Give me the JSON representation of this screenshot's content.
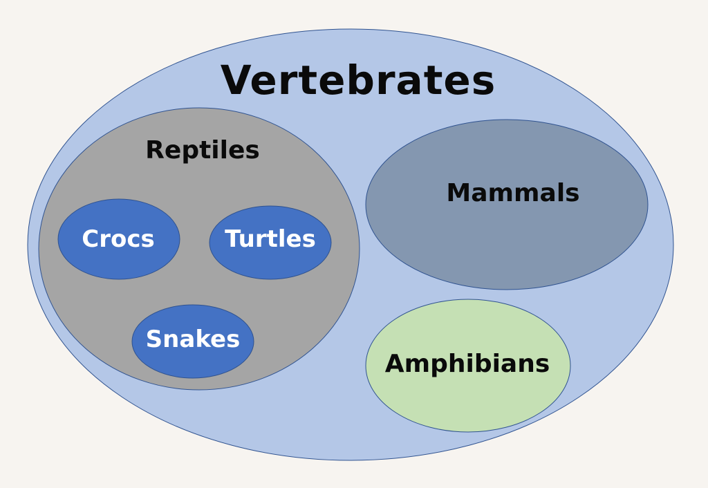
{
  "diagram": {
    "vertebrates": {
      "label": "Vertebrates",
      "color": "#b4c7e7"
    },
    "reptiles": {
      "label": "Reptiles",
      "color": "#a5a5a5"
    },
    "mammals": {
      "label": "Mammals",
      "color": "#8497b0"
    },
    "amphibians": {
      "label": "Amphibians",
      "color": "#c5e0b4"
    },
    "crocs": {
      "label": "Crocs",
      "color": "#4472c4"
    },
    "turtles": {
      "label": "Turtles",
      "color": "#4472c4"
    },
    "snakes": {
      "label": "Snakes",
      "color": "#4472c4"
    }
  }
}
